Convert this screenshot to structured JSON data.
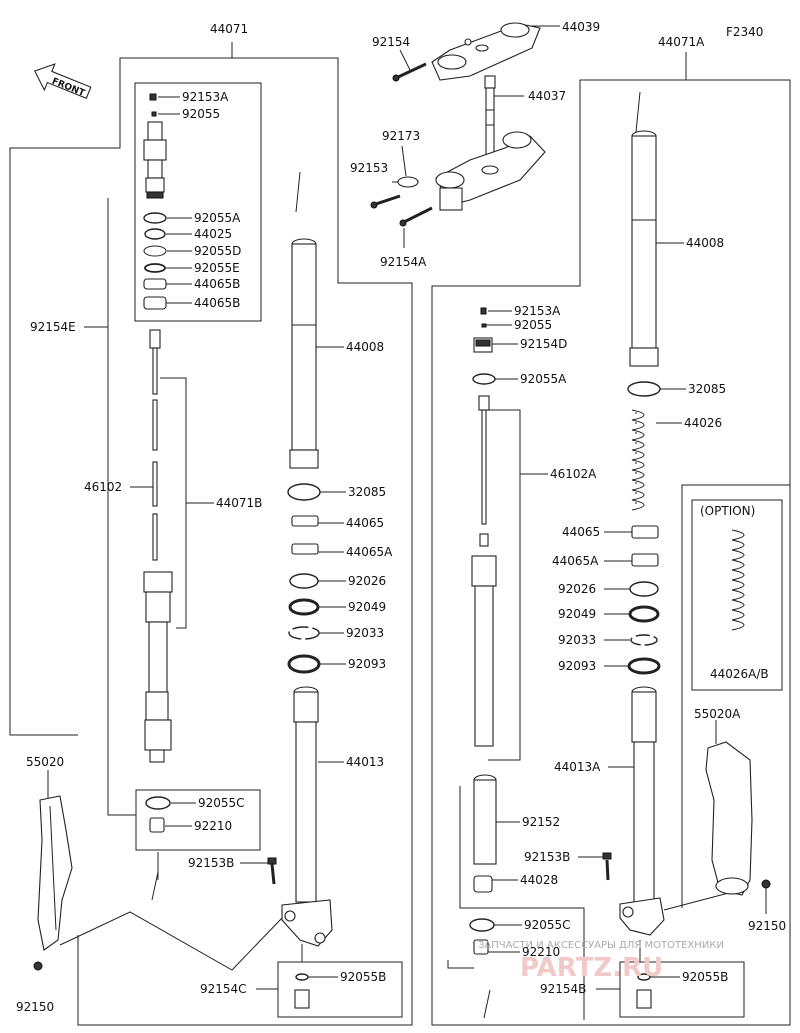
{
  "diagram_code": "F2340",
  "front_label": "FRONT",
  "option_label": "(OPTION)",
  "watermark": {
    "line1": "ЗАПЧАСТИ И АКСЕССУАРЫ ДЛЯ МОТОТЕХНИКИ",
    "line2": "PARTZ.RU"
  },
  "labels": {
    "p44071": "44071",
    "p44071a": "44071A",
    "p44039": "44039",
    "p92154_top": "92154",
    "p44037": "44037",
    "p92173": "92173",
    "p92153_top": "92153",
    "p92154a": "92154A",
    "p92153a_l": "92153A",
    "p92055_l": "92055",
    "p92055a_l": "92055A",
    "p44025": "44025",
    "p92055d": "92055D",
    "p92055e": "92055E",
    "p44065b_1": "44065B",
    "p44065b_2": "44065B",
    "p92154e": "92154E",
    "p46102": "46102",
    "p44071b": "44071B",
    "p44008_l": "44008",
    "p32085_l": "32085",
    "p44065_l": "44065",
    "p44065a_l": "44065A",
    "p92026_l": "92026",
    "p92049_l": "92049",
    "p92033_l": "92033",
    "p92093_l": "92093",
    "p44013": "44013",
    "p55020": "55020",
    "p92055c_l": "92055C",
    "p92210_l": "92210",
    "p92153b_l": "92153B",
    "p92154c": "92154C",
    "p92055b_l": "92055B",
    "p92150_l": "92150",
    "p44008_r": "44008",
    "p92153a_r": "92153A",
    "p92055_r": "92055",
    "p92154d": "92154D",
    "p92055a_r": "92055A",
    "p32085_r": "32085",
    "p44026": "44026",
    "p46102a": "46102A",
    "p44065_r": "44065",
    "p44065a_r": "44065A",
    "p92026_r": "92026",
    "p92049_r": "92049",
    "p92033_r": "92033",
    "p92093_r": "92093",
    "p44026ab": "44026A/B",
    "p55020a": "55020A",
    "p44013a": "44013A",
    "p92152": "92152",
    "p92153b_r": "92153B",
    "p44028": "44028",
    "p92150_r": "92150",
    "p92055c_r": "92055C",
    "p92210_r": "92210",
    "p92154b": "92154B",
    "p92055b_r": "92055B"
  }
}
